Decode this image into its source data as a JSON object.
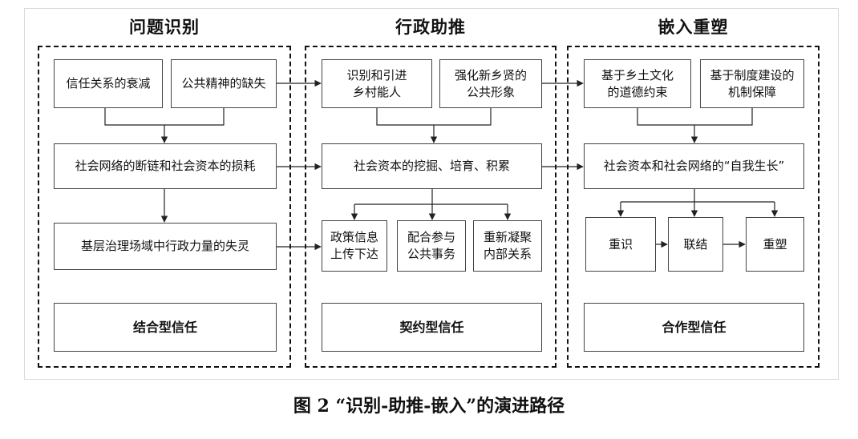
{
  "columns": [
    {
      "title": "问题识别",
      "top_boxes": [
        "信任关系的衰减",
        "公共精神的缺失"
      ],
      "middle": "社会网络的断链和社会资本的损耗",
      "lower": "基层治理场域中行政力量的失灵",
      "bottom": "结合型信任"
    },
    {
      "title": "行政助推",
      "top_boxes": [
        "识别和引进\n乡村能人",
        "强化新乡贤的\n公共形象"
      ],
      "middle": "社会资本的挖掘、培育、积累",
      "lower_boxes": [
        "政策信息\n上传下达",
        "配合参与\n公共事务",
        "重新凝聚\n内部关系"
      ],
      "bottom": "契约型信任"
    },
    {
      "title": "嵌入重塑",
      "top_boxes": [
        "基于乡土文化\n的道德约束",
        "基于制度建设的\n机制保障"
      ],
      "middle": "社会资本和社会网络的“自我生长”",
      "lower_boxes": [
        "重识",
        "联结",
        "重塑"
      ],
      "bottom": "合作型信任"
    }
  ],
  "caption": "图 2 “识别-助推-嵌入”的演进路径"
}
